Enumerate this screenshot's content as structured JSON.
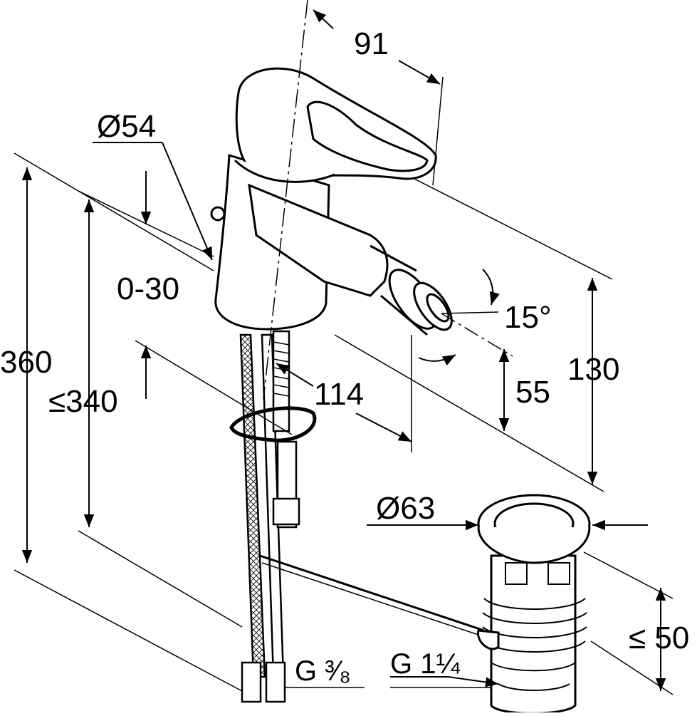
{
  "drawing": {
    "dimensions": {
      "spout_reach": "91",
      "body_diameter": "Ø54",
      "deck_thickness": "0-30",
      "total_height": "360",
      "shank_length": "≤340",
      "spout_angle": "15°",
      "aerator_offset": "114",
      "spout_height": "130",
      "aerator_height": "55",
      "waste_diameter": "Ø63",
      "waste_depth": "≤ 50"
    },
    "threads": {
      "connection": "G ³⁄₈",
      "waste": "G 1¼"
    }
  }
}
